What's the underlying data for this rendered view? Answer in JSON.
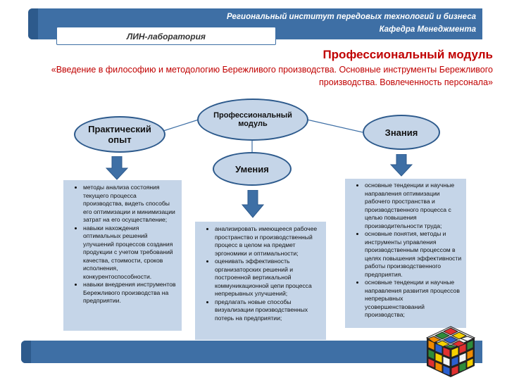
{
  "header": {
    "institute": "Региональный институт передовых технологий и бизнеса",
    "department": "Кафедра Менеджмента",
    "lab": "ЛИН-лаборатория"
  },
  "title": "Профессиональный модуль",
  "subtitle": "«Введение в философию  и методологию Бережливого производства. Основные инструменты Бережливого производства. Вовлеченность персонала»",
  "diagram": {
    "center": "Профессиональный модуль",
    "left": "Практический опыт",
    "right": "Знания",
    "middle": "Умения"
  },
  "boxes": {
    "left": [
      "методы анализа состояния текущего процесса производства, видеть способы его оптимизации и минимизации затрат на его осуществление;",
      "навыки нахождения оптимальных решений улучшений процессов создания продукции с учетом требований качества, стоимости, сроков исполнения, конкурентоспособности.",
      "навыки внедрения инструментов Бережливого производства на предприятии."
    ],
    "middle": [
      "анализировать имеющееся рабочее пространство и производственный процесс в целом на предмет эргономики и оптимальности;",
      "оценивать эффективность организаторских решений и построенной вертикальной коммуникационной цепи процесса непрерывных улучшений;",
      "предлагать новые способы визуализации производственных потерь на предприятии;"
    ],
    "right": [
      "основные тенденции и научные направления оптимизации рабочего пространства и производственного процесса с целью повышения производительности труда;",
      "основные понятия, методы и инструменты управления производственным процессом в целях повышения эффективности работы производственного предприятия.",
      "основные тенденции и научные направления развития процессов непрерывных усовершенствований производства;"
    ]
  },
  "colors": {
    "bar": "#3e6fa5",
    "oval_fill": "#c5d5e8",
    "oval_border": "#2d5a8c",
    "arrow": "#3e6fa5",
    "title": "#c00000"
  },
  "decorations": [
    "rubiks-cube-icon"
  ]
}
